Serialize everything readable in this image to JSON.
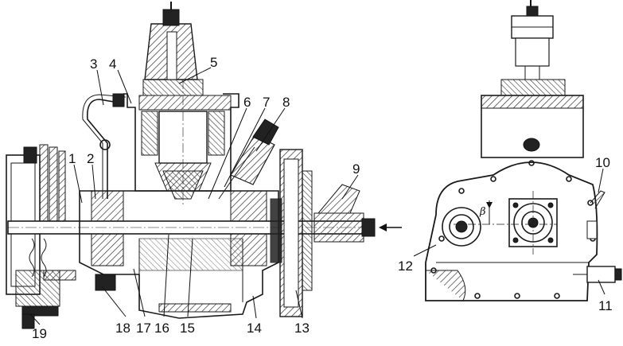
{
  "labels": {
    "l1": "1",
    "l2": "2",
    "l3": "3",
    "l4": "4",
    "l5": "5",
    "l6": "6",
    "l7": "7",
    "l8": "8",
    "l9": "9",
    "l10": "10",
    "l11": "11",
    "l12": "12",
    "l13": "13",
    "l14": "14",
    "l15": "15",
    "l16": "16",
    "l17": "17",
    "l18": "18",
    "l19": "19"
  },
  "annotations": {
    "angle_symbol": "β"
  },
  "colors": {
    "ink": "#1a1a1a",
    "hatch": "#333333",
    "background": "#ffffff"
  }
}
